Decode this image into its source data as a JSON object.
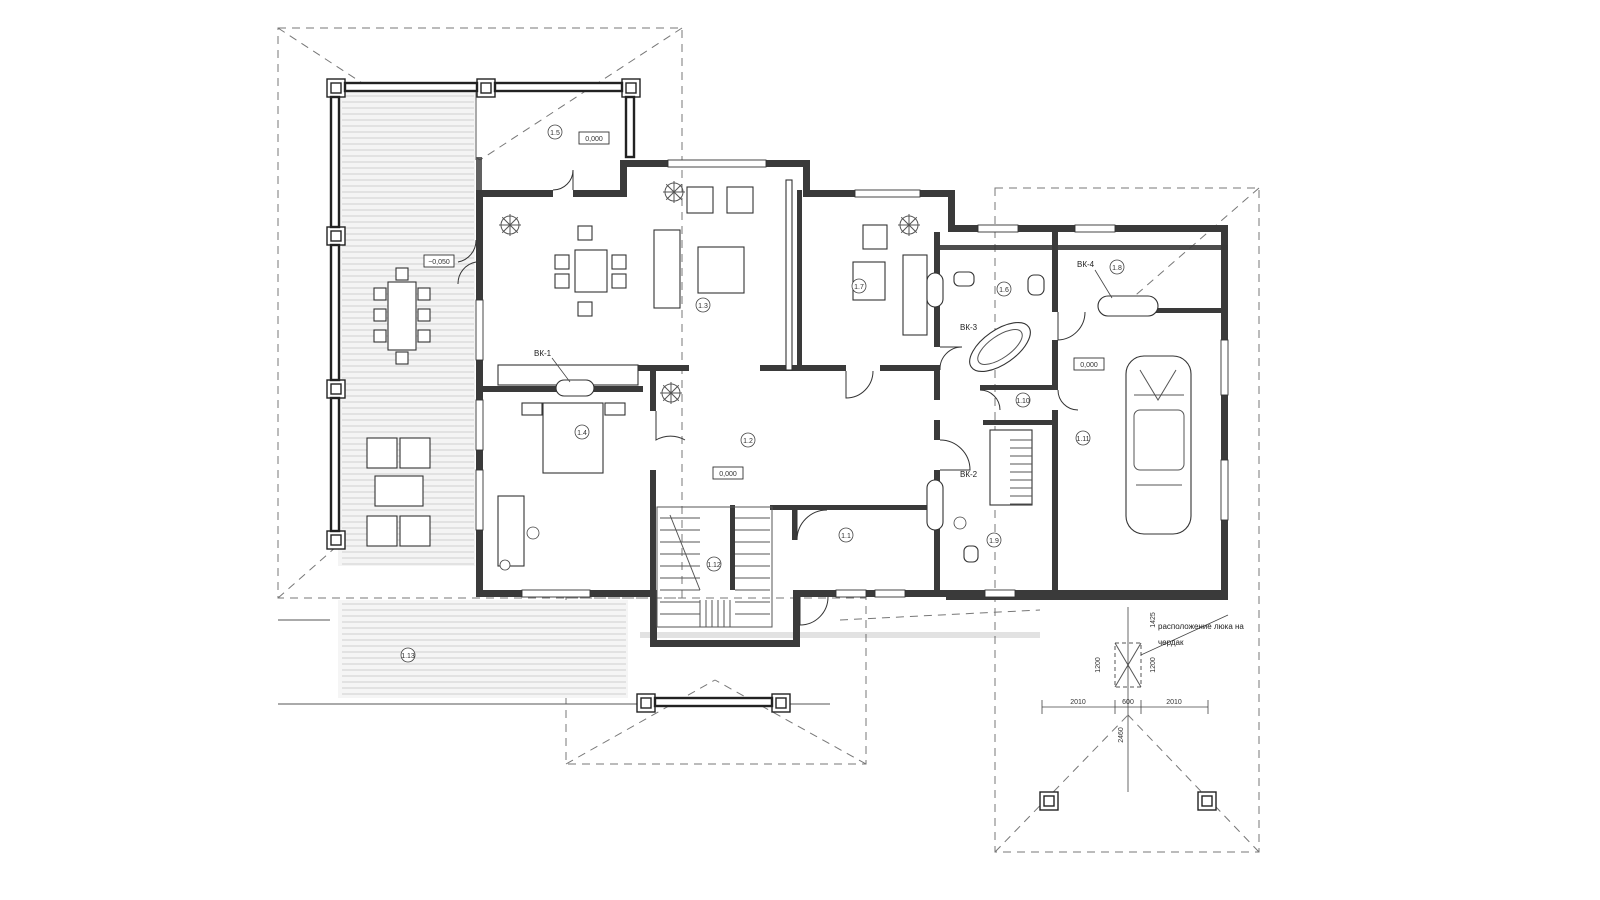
{
  "rooms": [
    {
      "id": "1.1"
    },
    {
      "id": "1.2"
    },
    {
      "id": "1.3"
    },
    {
      "id": "1.4"
    },
    {
      "id": "1.5"
    },
    {
      "id": "1.6"
    },
    {
      "id": "1.7"
    },
    {
      "id": "1.8"
    },
    {
      "id": "1.9"
    },
    {
      "id": "1.10"
    },
    {
      "id": "1.11"
    },
    {
      "id": "1.12"
    },
    {
      "id": "1.13"
    }
  ],
  "levels": {
    "terrace": "−0,050",
    "porch_top": "0,000",
    "hall": "0,000",
    "garage": "0,000"
  },
  "ventilation": {
    "vk1": "ВК-1",
    "vk2": "ВК-2",
    "vk3": "ВК-3",
    "vk4": "ВК-4"
  },
  "annotation": {
    "attic_line1": "расположение люка на",
    "attic_line2": "чердак"
  },
  "dimensions": {
    "d2010a": "2010",
    "d600": "600",
    "d2010b": "2010",
    "d1200a": "1200",
    "d1200b": "1200",
    "d1425": "1425",
    "d2460": "2460"
  }
}
